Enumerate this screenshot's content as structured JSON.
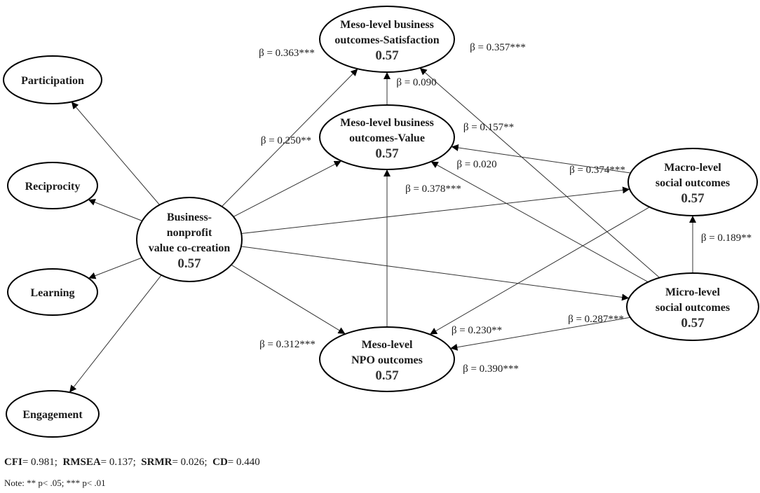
{
  "nodes": {
    "participation": {
      "lines": [
        "Participation"
      ]
    },
    "reciprocity": {
      "lines": [
        "Reciprocity"
      ]
    },
    "learning": {
      "lines": [
        "Learning"
      ]
    },
    "engagement": {
      "lines": [
        "Engagement"
      ]
    },
    "bvc": {
      "lines": [
        "Business-",
        "nonprofit",
        "value co-creation"
      ],
      "value": "0.57"
    },
    "satisfaction": {
      "lines": [
        "Meso-level business",
        "outcomes-Satisfaction"
      ],
      "value": "0.57"
    },
    "value": {
      "lines": [
        "Meso-level business",
        "outcomes-Value"
      ],
      "value": "0.57"
    },
    "macro": {
      "lines": [
        "Macro-level",
        "social outcomes"
      ],
      "value": "0.57"
    },
    "micro": {
      "lines": [
        "Micro-level",
        "social outcomes"
      ],
      "value": "0.57"
    },
    "npo": {
      "lines": [
        "Meso-level",
        "NPO outcomes"
      ],
      "value": "0.57"
    }
  },
  "paths": [
    {
      "from": "bvc",
      "to": "satisfaction",
      "beta": "β = 0.363***"
    },
    {
      "from": "bvc",
      "to": "value",
      "beta": "β = 0.250**"
    },
    {
      "from": "bvc",
      "to": "npo",
      "beta": "β = 0.312***"
    },
    {
      "from": "bvc",
      "to": "macro",
      "beta": "β = 0.374***"
    },
    {
      "from": "bvc",
      "to": "micro",
      "beta": "β = 0.287***"
    },
    {
      "from": "value",
      "to": "satisfaction",
      "beta": "β = 0.090"
    },
    {
      "from": "npo",
      "to": "value",
      "beta": "β = 0.378***"
    },
    {
      "from": "macro",
      "to": "value",
      "beta": "β = 0.157**"
    },
    {
      "from": "micro",
      "to": "value",
      "beta": "β = 0.020"
    },
    {
      "from": "micro",
      "to": "satisfaction",
      "beta": "β = 0.357***"
    },
    {
      "from": "micro",
      "to": "macro",
      "beta": "β = 0.189**"
    },
    {
      "from": "macro",
      "to": "npo",
      "beta": "β = 0.230**"
    },
    {
      "from": "micro",
      "to": "npo",
      "beta": "β = 0.390***"
    },
    {
      "from": "bvc",
      "to": "participation",
      "beta": ""
    },
    {
      "from": "bvc",
      "to": "reciprocity",
      "beta": ""
    },
    {
      "from": "bvc",
      "to": "learning",
      "beta": ""
    },
    {
      "from": "bvc",
      "to": "engagement",
      "beta": ""
    }
  ],
  "fit": {
    "cfi_label": "CFI",
    "cfi_value": "= 0.981;",
    "rmsea_label": "RMSEA",
    "rmsea_value": "= 0.137;",
    "srmr_label": "SRMR",
    "srmr_value": "= 0.026;",
    "cd_label": "CD",
    "cd_value": "= 0.440"
  },
  "note": "Note: ** p< .05; *** p< .01"
}
